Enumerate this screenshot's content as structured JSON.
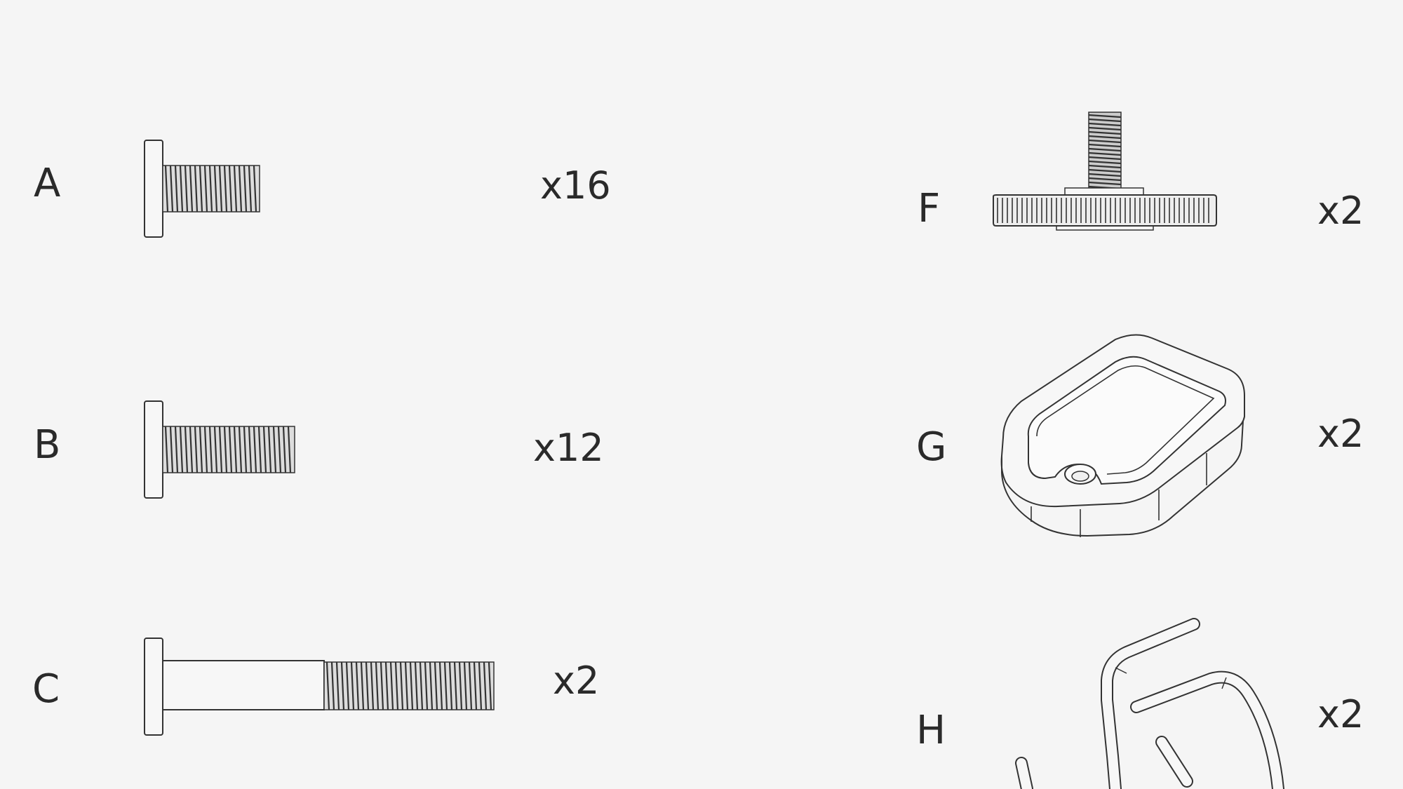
{
  "parts": [
    {
      "letter": "A",
      "quantity": "x16",
      "icon": "short-thumb-screw"
    },
    {
      "letter": "B",
      "quantity": "x12",
      "icon": "medium-thumb-screw"
    },
    {
      "letter": "C",
      "quantity": "x2",
      "icon": "long-shoulder-bolt"
    },
    {
      "letter": "F",
      "quantity": "x2",
      "icon": "leveling-foot"
    },
    {
      "letter": "G",
      "quantity": "x2",
      "icon": "square-bracket-plate"
    },
    {
      "letter": "H",
      "quantity": "x2",
      "icon": "bent-rod-clips"
    }
  ]
}
